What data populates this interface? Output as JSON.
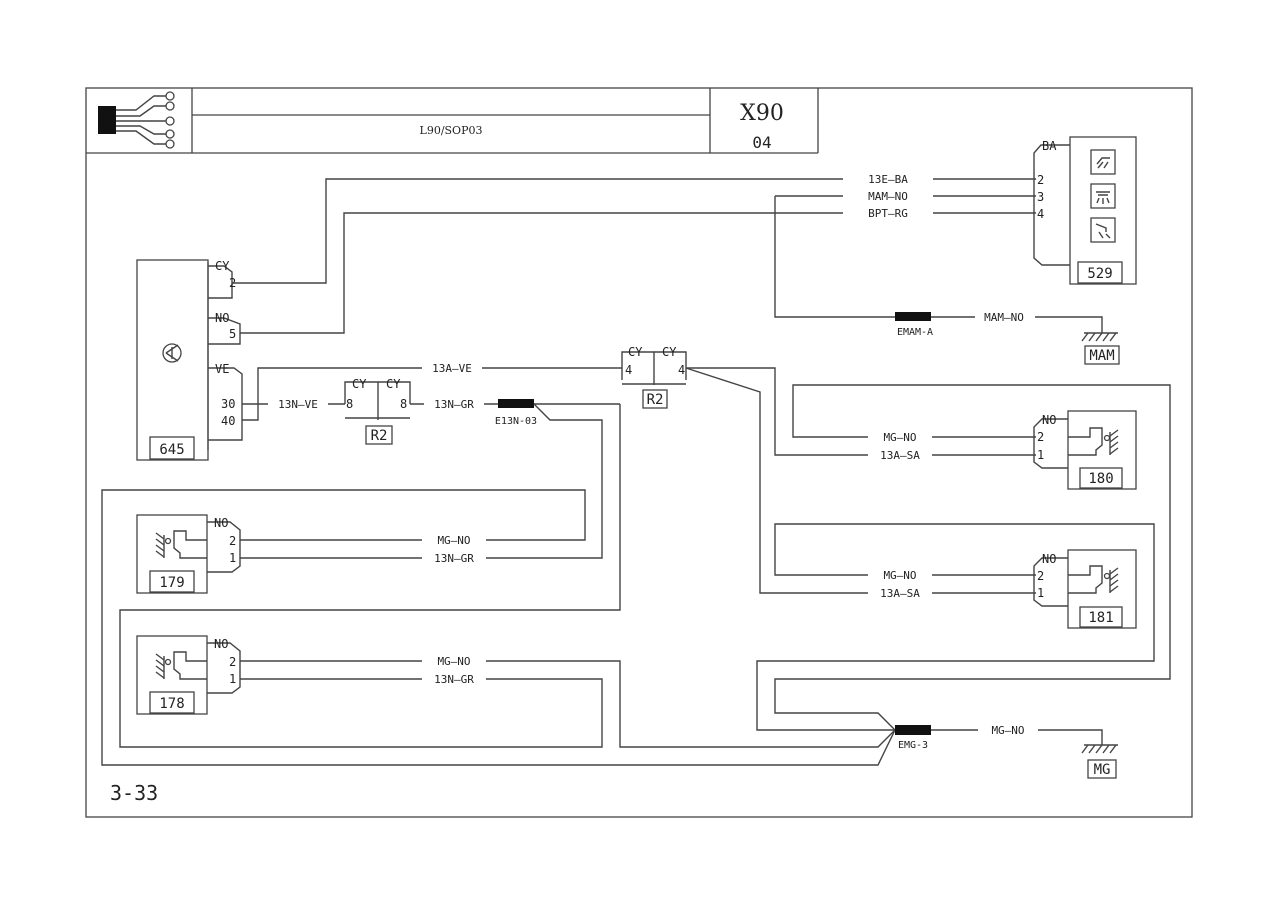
{
  "title_block": {
    "model": "X90",
    "sheet": "04",
    "document_code": "L90/SOP03",
    "page_ref": "3-33"
  },
  "components": {
    "c645": "645",
    "c529": "529",
    "c180": "180",
    "c181": "181",
    "c179": "179",
    "c178": "178",
    "r2": "R2",
    "ground_mam": "MAM",
    "ground_mg": "MG"
  },
  "pins": {
    "cy": "CY",
    "no": "NO",
    "ve": "VE",
    "ba": "BA",
    "p2": "2",
    "p3": "3",
    "p4": "4",
    "p5": "5",
    "p1": "1",
    "p8": "8",
    "p30": "30",
    "p40": "40"
  },
  "splices": {
    "emam_a": "EMAM-A",
    "e13n_03": "E13N-03",
    "emg_3": "EMG-3"
  },
  "wires": {
    "w13e_ba": "13E—BA",
    "wmam_no": "MAM—NO",
    "wbpt_rg": "BPT—RG",
    "w13a_ve": "13A—VE",
    "w13n_ve": "13N—VE",
    "w13n_gr": "13N—GR",
    "wmg_no": "MG—NO",
    "w13a_sa": "13A—SA"
  }
}
